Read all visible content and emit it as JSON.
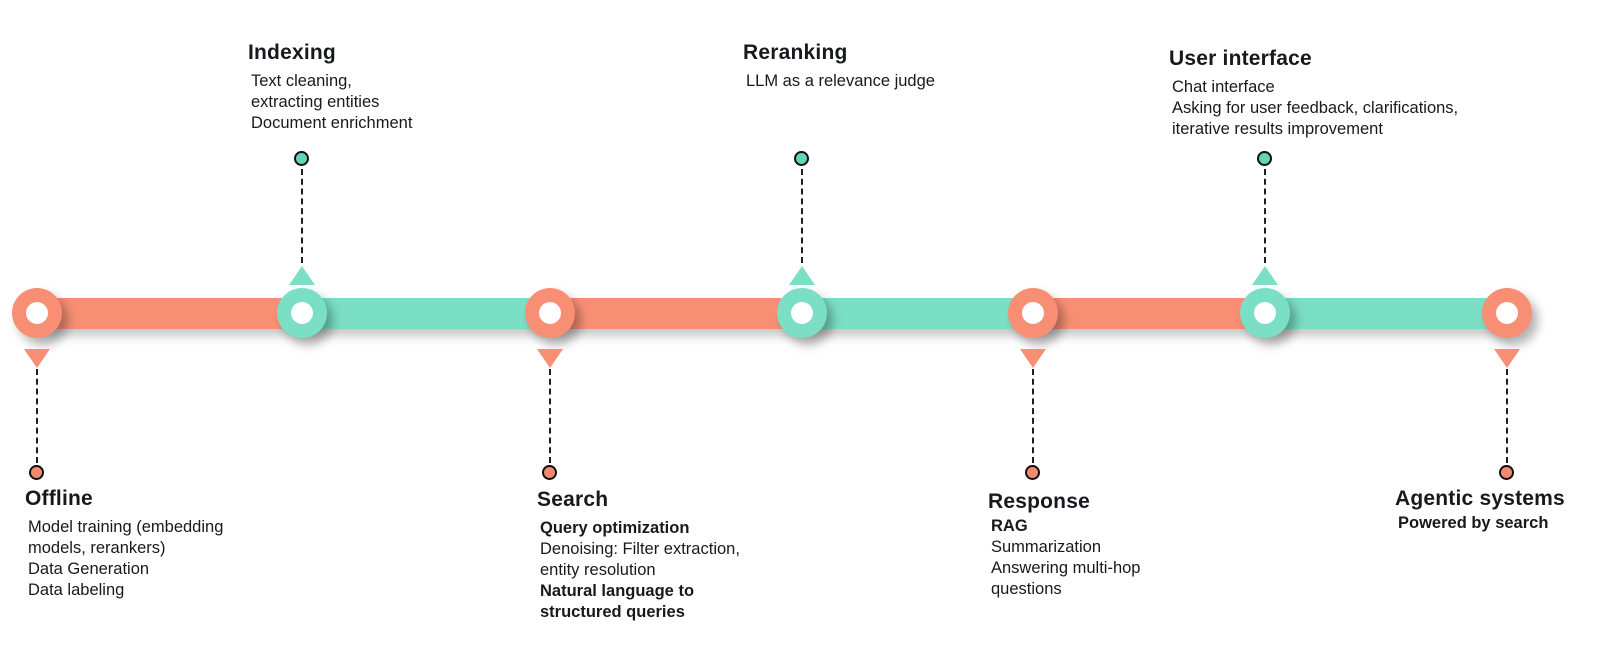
{
  "colors": {
    "coral": "#F88F75",
    "teal": "#7BDFC5",
    "dot_teal_fill": "#5FD6BA",
    "dot_coral_fill": "#F28A72",
    "dash_line": "#1e1e1e",
    "text": "#17191d",
    "background": "#ffffff"
  },
  "timeline": {
    "segment_colors": [
      "coral",
      "teal",
      "coral",
      "teal",
      "coral",
      "teal"
    ]
  },
  "stages": [
    {
      "title": "Offline",
      "side": "bottom",
      "color": "coral",
      "body": [
        {
          "bold": false,
          "text": "Model training (embedding\nmodels, rerankers)\nData Generation\nData labeling"
        }
      ]
    },
    {
      "title": "Indexing",
      "side": "top",
      "color": "teal",
      "body": [
        {
          "bold": false,
          "text": "Text cleaning,\nextracting entities\nDocument enrichment"
        }
      ]
    },
    {
      "title": "Search",
      "side": "bottom",
      "color": "coral",
      "body": [
        {
          "bold": true,
          "text": "Query optimization"
        },
        {
          "bold": false,
          "text": "Denoising: Filter extraction,\nentity resolution"
        },
        {
          "bold": true,
          "text": "Natural language to\nstructured queries"
        }
      ]
    },
    {
      "title": "Reranking",
      "side": "top",
      "color": "teal",
      "body": [
        {
          "bold": false,
          "text": "LLM as a relevance judge"
        }
      ]
    },
    {
      "title": "Response",
      "side": "bottom",
      "color": "coral",
      "body": [
        {
          "bold": true,
          "text": "RAG"
        },
        {
          "bold": false,
          "text": "Summarization\nAnswering multi-hop\nquestions"
        }
      ]
    },
    {
      "title": "User interface",
      "side": "top",
      "color": "teal",
      "body": [
        {
          "bold": false,
          "text": "Chat interface\nAsking for user feedback, clarifications,\niterative results improvement"
        }
      ]
    },
    {
      "title": "Agentic systems",
      "side": "bottom",
      "color": "coral",
      "body": [
        {
          "bold": true,
          "text": "Powered by search"
        }
      ]
    }
  ]
}
